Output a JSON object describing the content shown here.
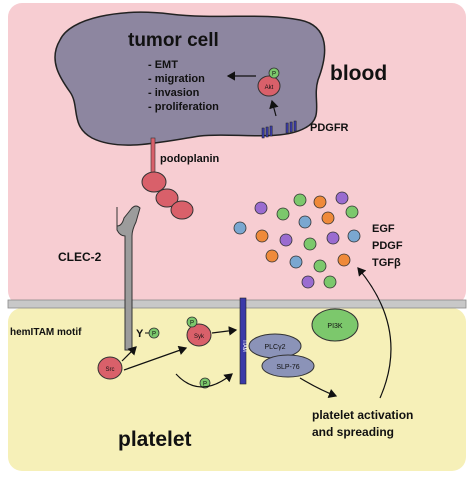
{
  "colors": {
    "blood_bg": "#f7cdd2",
    "platelet_bg": "#f6f0b8",
    "membrane": "#c8c8c8",
    "tumor_cell": "#8d86a0",
    "podoplanin": "#d9606a",
    "clec2": "#9c9c9c",
    "itam_receptor": "#3a3aa8",
    "akt": "#d9606a",
    "phospho": "#7cc86c",
    "src": "#d9606a",
    "syk": "#d9606a",
    "plcg2": "#8b93b8",
    "slp76": "#8b93b8",
    "pi3k": "#7cc86c",
    "growth_factor_colors": [
      "#7cc86c",
      "#ef8a3a",
      "#9a6cd0",
      "#7aa7d0"
    ]
  },
  "regions": {
    "blood_label": "blood",
    "platelet_label": "platelet"
  },
  "tumor_cell": {
    "title": "tumor cell",
    "effects": [
      "- EMT",
      "- migration",
      "- invasion",
      "- proliferation"
    ],
    "akt_label": "Akt",
    "phospho_label": "P"
  },
  "receptors": {
    "pdgfr_label": "PDGFR",
    "podoplanin_label": "podoplanin",
    "clec2_label": "CLEC-2",
    "hemitam_label": "hemITAM motif",
    "y_label": "Y",
    "itam_label": "ITAM"
  },
  "signaling": {
    "src_label": "Src",
    "syk_label": "Syk",
    "plcg2_label": "PLCγ2",
    "slp76_label": "SLP-76",
    "pi3k_label": "PI3K",
    "phospho_label": "P"
  },
  "growth_factors": [
    "EGF",
    "PDGF",
    "TGFβ"
  ],
  "outcome": [
    "platelet activation",
    "and spreading"
  ],
  "icons": [
    "arrow-icon"
  ]
}
